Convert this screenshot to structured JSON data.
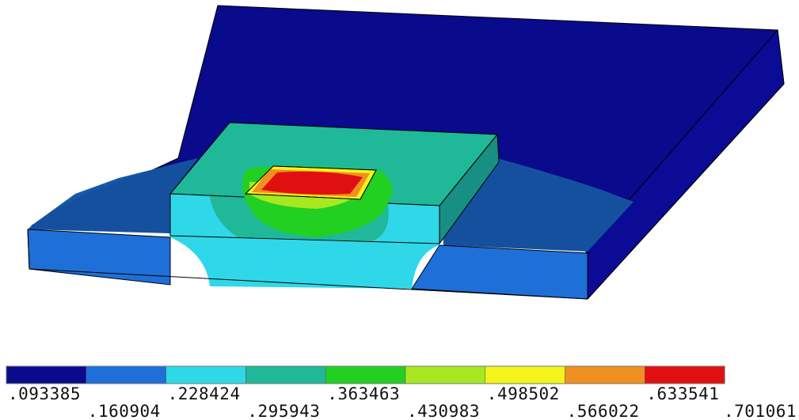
{
  "model": {
    "description_name": "fea-thermal-contour-plot",
    "colors": {
      "band1": "#0a0a8c",
      "band2": "#1e6fd8",
      "band3": "#2fd8e8",
      "band4": "#1fb898",
      "band5": "#22d022",
      "band6": "#a8e820",
      "band7": "#f4f41a",
      "band8": "#f09020",
      "band9": "#e01010",
      "edge": "#000000"
    }
  },
  "legend": {
    "colors": [
      "#0a0a8c",
      "#1e6fd8",
      "#2fd8e8",
      "#1fb898",
      "#22d022",
      "#a8e820",
      "#f4f41a",
      "#f09020",
      "#e01010"
    ],
    "values": [
      ".093385",
      ".160904",
      ".228424",
      ".295943",
      ".363463",
      ".430983",
      ".498502",
      ".566022",
      ".633541",
      ".701061"
    ]
  }
}
